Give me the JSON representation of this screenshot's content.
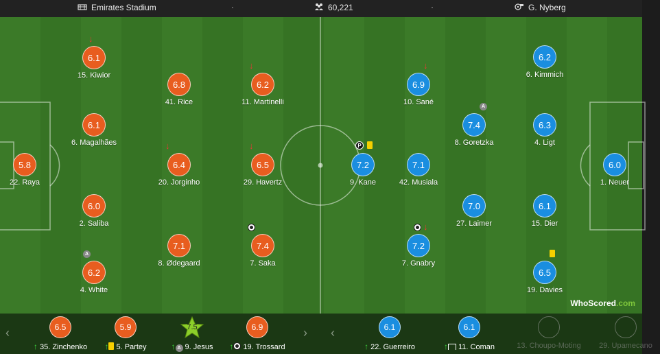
{
  "header": {
    "stadium": "Emirates Stadium",
    "attendance": "60,221",
    "referee": "G. Nyberg",
    "separator": "·"
  },
  "home": [
    {
      "name": "15. Kiwior",
      "rating": "6.1",
      "subbed_off": true
    },
    {
      "name": "6. Magalhães",
      "rating": "6.1"
    },
    {
      "name": "2. Saliba",
      "rating": "6.0"
    },
    {
      "name": "4. White",
      "rating": "6.2",
      "assist_icon": "A"
    },
    {
      "name": "22. Raya",
      "rating": "5.8"
    },
    {
      "name": "41. Rice",
      "rating": "6.8"
    },
    {
      "name": "20. Jorginho",
      "rating": "6.4",
      "subbed_off": true
    },
    {
      "name": "8. Ødegaard",
      "rating": "7.1"
    },
    {
      "name": "11. Martinelli",
      "rating": "6.2",
      "subbed_off": true
    },
    {
      "name": "29. Havertz",
      "rating": "6.5",
      "subbed_off": true
    },
    {
      "name": "7. Saka",
      "rating": "7.4",
      "goal": true
    }
  ],
  "away": [
    {
      "name": "10. Sané",
      "rating": "6.9",
      "subbed_off": true
    },
    {
      "name": "9. Kane",
      "rating": "7.2",
      "penalty_icon": "P",
      "yellow_card": true
    },
    {
      "name": "7. Gnabry",
      "rating": "7.2",
      "goal": true,
      "subbed_off": true
    },
    {
      "name": "42. Musiala",
      "rating": "7.1"
    },
    {
      "name": "8. Goretzka",
      "rating": "7.4",
      "assist_icon": "A"
    },
    {
      "name": "27. Laimer",
      "rating": "7.0"
    },
    {
      "name": "6. Kimmich",
      "rating": "6.2"
    },
    {
      "name": "4. Ligt",
      "rating": "6.3"
    },
    {
      "name": "15. Dier",
      "rating": "6.1"
    },
    {
      "name": "19. Davies",
      "rating": "6.5",
      "yellow_card": true
    },
    {
      "name": "1. Neuer",
      "rating": "6.0"
    }
  ],
  "bench": [
    {
      "name": "35. Zinchenko",
      "rating": "6.5",
      "team": "home"
    },
    {
      "name": "5. Partey",
      "rating": "5.9",
      "team": "home",
      "yellow_card": true
    },
    {
      "name": "9. Jesus",
      "rating": "7.5",
      "team": "home",
      "star": true,
      "assist_icon": "A"
    },
    {
      "name": "19. Trossard",
      "rating": "6.9",
      "team": "home",
      "goal": true
    },
    {
      "name": "22. Guerreiro",
      "rating": "6.1",
      "team": "away"
    },
    {
      "name": "11. Coman",
      "rating": "6.1",
      "team": "away"
    },
    {
      "name": "13. Choupo-Moting",
      "rating": "",
      "team": "none"
    },
    {
      "name": "29. Upamecano",
      "rating": "",
      "team": "none"
    }
  ],
  "branding": {
    "logo_main": "WhoScored",
    "logo_suffix": ".com"
  },
  "icons": {
    "stadium": "stadium-icon",
    "attendance": "crowd-icon",
    "referee": "whistle-icon",
    "prev": "chevron-left-icon",
    "next": "chevron-right-icon"
  },
  "colors": {
    "home": "#e85d1f",
    "away": "#1a8ee0",
    "pitch": "#3b7a28"
  }
}
